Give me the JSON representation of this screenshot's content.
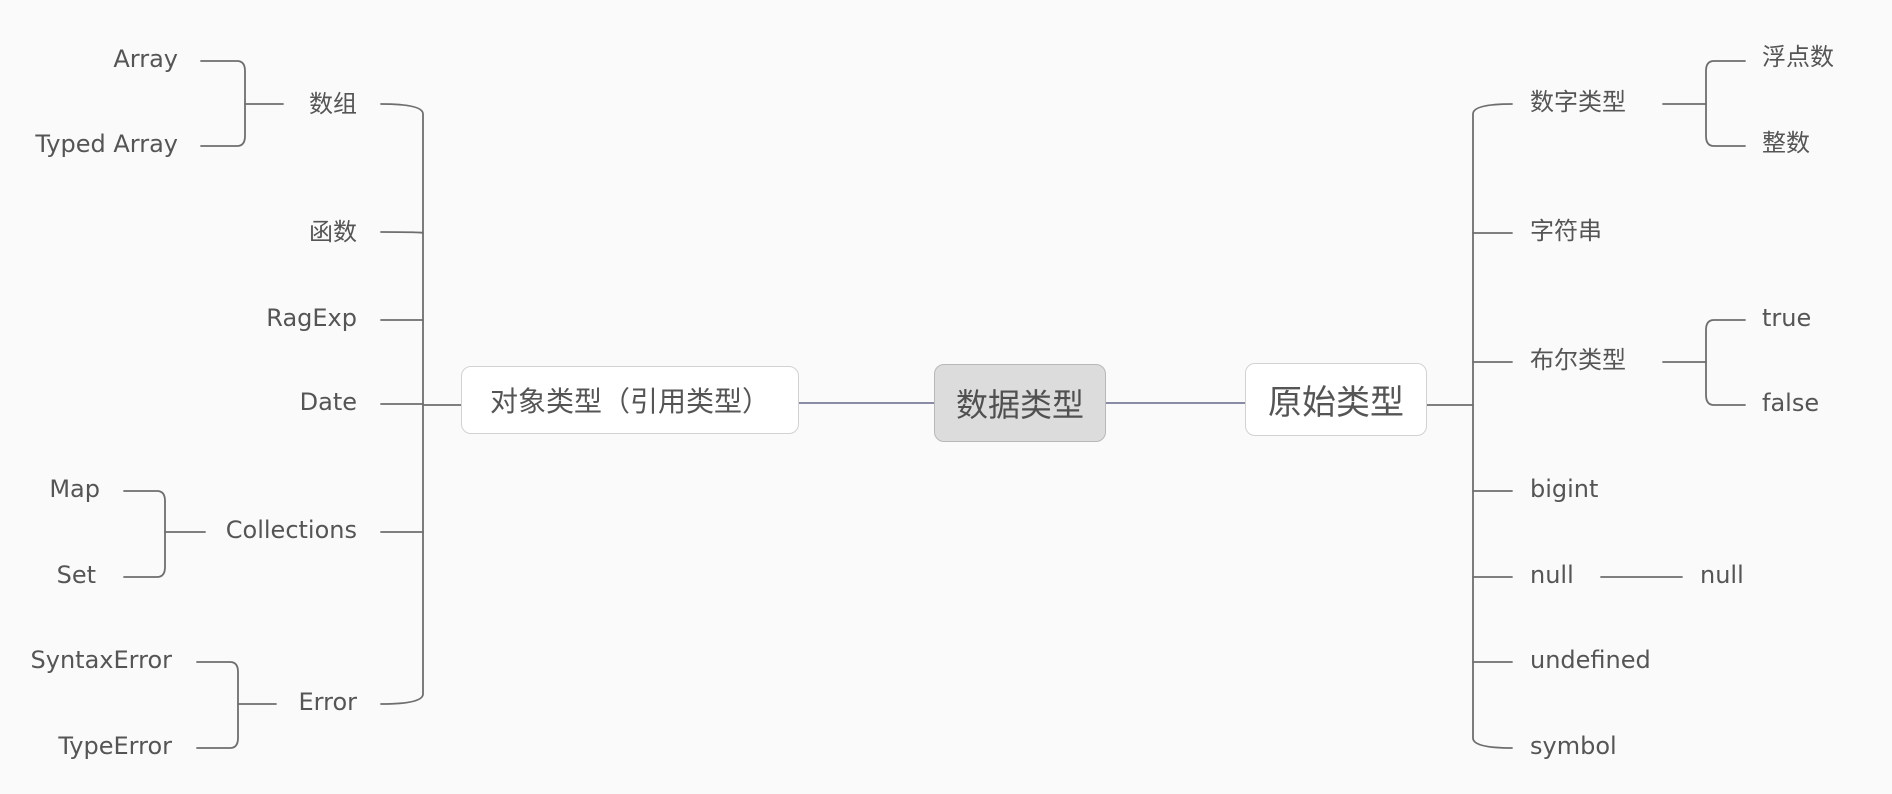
{
  "root": {
    "label": "数据类型"
  },
  "object_types": {
    "label": "对象类型（引用类型）",
    "children": {
      "array": {
        "label": "数组",
        "children": [
          "Array",
          "Typed Array"
        ]
      },
      "function": {
        "label": "函数"
      },
      "regexp": {
        "label": "RagExp"
      },
      "date": {
        "label": "Date"
      },
      "collections": {
        "label": "Collections",
        "children": [
          "Map",
          "Set"
        ]
      },
      "error": {
        "label": "Error",
        "children": [
          "SyntaxError",
          "TypeError"
        ]
      }
    }
  },
  "primitive_types": {
    "label": "原始类型",
    "children": {
      "number": {
        "label": "数字类型",
        "children": [
          "浮点数",
          "整数"
        ]
      },
      "string": {
        "label": "字符串"
      },
      "boolean": {
        "label": "布尔类型",
        "children": [
          "true",
          "false"
        ]
      },
      "bigint": {
        "label": "bigint"
      },
      "null": {
        "label": "null",
        "children": [
          "null"
        ]
      },
      "undefined": {
        "label": "undefined"
      },
      "symbol": {
        "label": "symbol"
      }
    }
  }
}
